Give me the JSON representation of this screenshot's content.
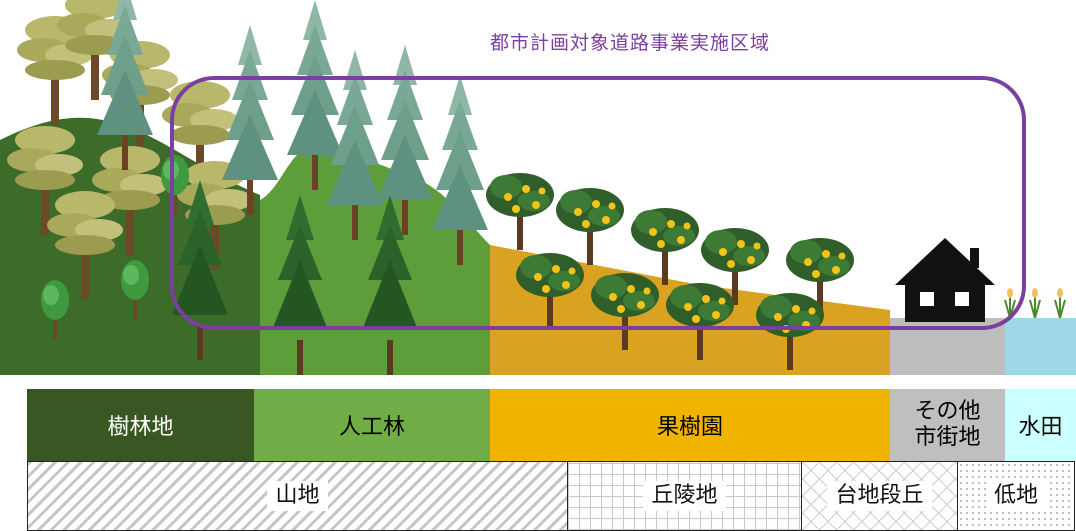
{
  "zone_label": "都市計画対象道路事業実施区域",
  "land_use": [
    {
      "label": "樹林地",
      "bg": "#385723",
      "fg": "#ffffff"
    },
    {
      "label": "人工林",
      "bg": "#70AD47",
      "fg": "#000000"
    },
    {
      "label": "果樹園",
      "bg": "#F0B400",
      "fg": "#000000"
    },
    {
      "label": "その他\n市街地",
      "bg": "#BFBFBF",
      "fg": "#000000"
    },
    {
      "label": "水田",
      "bg": "#CCFFFF",
      "fg": "#000000"
    }
  ],
  "terrain": [
    {
      "label": "山地",
      "pattern": "diagonal-hatch"
    },
    {
      "label": "丘陵地",
      "pattern": "grid"
    },
    {
      "label": "台地段丘",
      "pattern": "cross-hatch"
    },
    {
      "label": "低地",
      "pattern": "dots"
    }
  ],
  "colors": {
    "zone_outline": "#7B3FA0",
    "forest_ground": "#3D6B2A",
    "plantation_ground": "#5E9E3A",
    "orchard_ground": "#D9A321",
    "urban_ground": "#BDBDBD",
    "paddy_water": "#9ED8E8"
  }
}
